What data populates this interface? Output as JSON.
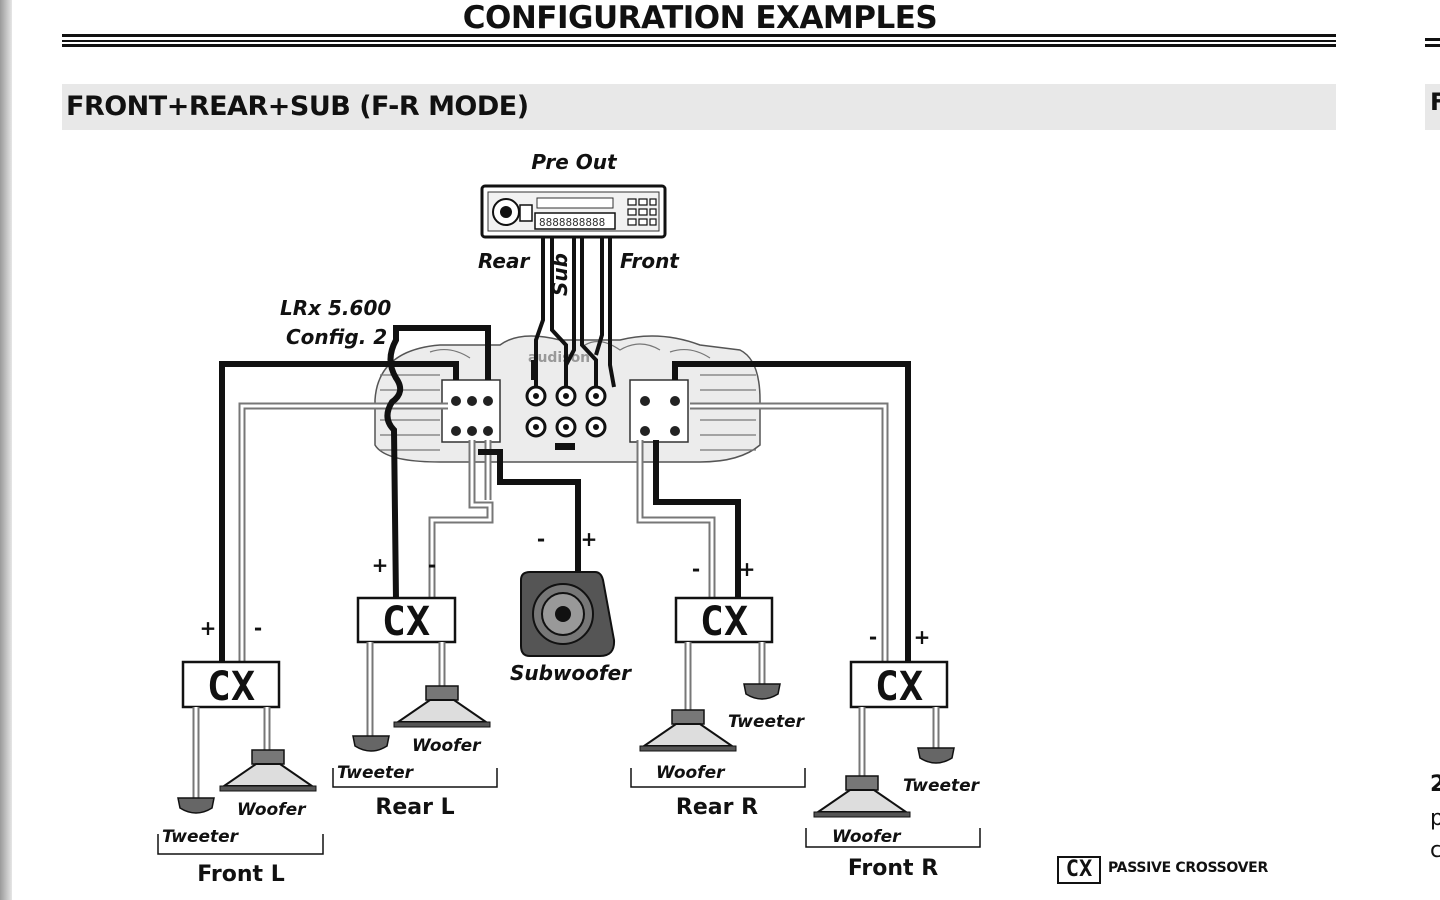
{
  "page": {
    "title": "CONFIGURATION EXAMPLES",
    "section_title": "FRONT+REAR+SUB (F-R MODE)",
    "right_fragments": [
      "F",
      "2",
      "p",
      "c"
    ]
  },
  "diagram": {
    "source_label": "Pre Out",
    "headunit_display": "8888888888",
    "channel_labels": {
      "rear": "Rear",
      "sub": "Sub",
      "front": "Front"
    },
    "amp": {
      "model": "LRx 5.600",
      "config": "Config. 2",
      "brand": "audison"
    },
    "crossover_label": "CX",
    "plus_sign": "+",
    "minus_sign": "-",
    "subwoofer_label": "Subwoofer",
    "tweeter_label": "Tweeter",
    "woofer_label": "Woofer",
    "groups": {
      "front_left": "Front L",
      "rear_left": "Rear L",
      "rear_right": "Rear R",
      "front_right": "Front R"
    },
    "legend": {
      "symbol": "CX",
      "text": "PASSIVE CROSSOVER"
    }
  }
}
